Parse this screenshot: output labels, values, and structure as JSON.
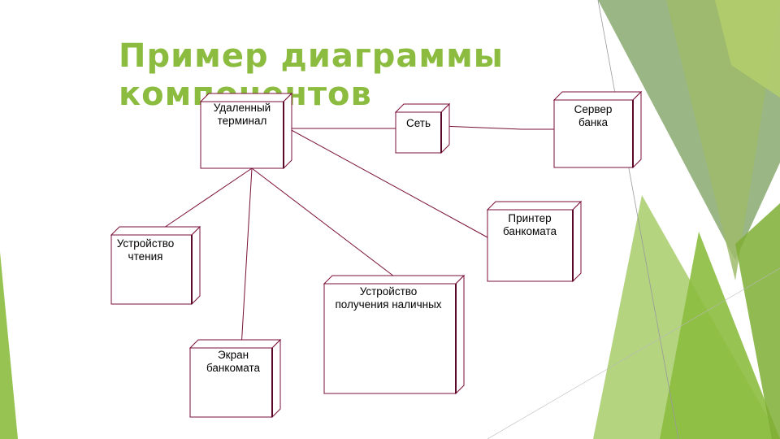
{
  "slide": {
    "title": "Пример диаграммы компонентов",
    "accent_color": "#8cbc3f"
  },
  "diagram": {
    "nodes": [
      {
        "id": "remote-terminal",
        "lines": [
          "Удаленный",
          "терминал"
        ]
      },
      {
        "id": "network",
        "lines": [
          "Сеть"
        ]
      },
      {
        "id": "bank-server",
        "lines": [
          "Сервер",
          "банка"
        ]
      },
      {
        "id": "atm-printer",
        "lines": [
          "Принтер",
          "банкомата"
        ]
      },
      {
        "id": "card-reader",
        "lines": [
          "Устройство",
          "чтения"
        ]
      },
      {
        "id": "cash-dispenser",
        "lines": [
          "Устройство",
          "получения наличных"
        ]
      },
      {
        "id": "atm-screen",
        "lines": [
          "Экран",
          "банкомата"
        ]
      }
    ],
    "connections": [
      {
        "from": "remote-terminal",
        "to": "network"
      },
      {
        "from": "network",
        "to": "bank-server"
      },
      {
        "from": "remote-terminal",
        "to": "atm-printer"
      },
      {
        "from": "remote-terminal",
        "to": "card-reader"
      },
      {
        "from": "remote-terminal",
        "to": "cash-dispenser"
      },
      {
        "from": "remote-terminal",
        "to": "atm-screen"
      }
    ],
    "stroke_color": "#7a0f38"
  }
}
